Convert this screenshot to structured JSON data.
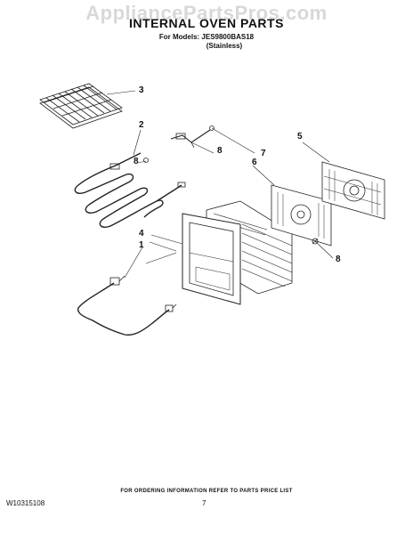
{
  "watermark": "AppliancePartsPros.com",
  "title": "INTERNAL OVEN PARTS",
  "models_line": "For Models: JES9800BAS18",
  "variant": "(Stainless)",
  "callouts": {
    "c1": "1",
    "c2": "2",
    "c3": "3",
    "c4": "4",
    "c5": "5",
    "c6": "6",
    "c7": "7",
    "c8a": "8",
    "c8b": "8",
    "c8c": "8"
  },
  "footer": {
    "ordering_note": "FOR ORDERING INFORMATION REFER TO PARTS PRICE LIST",
    "doc_number": "W10315108",
    "page_number": "7"
  },
  "parts": [
    {
      "callout": "1",
      "icon": "bake-element-icon"
    },
    {
      "callout": "2",
      "icon": "broil-element-icon"
    },
    {
      "callout": "3",
      "icon": "oven-rack-icon"
    },
    {
      "callout": "4",
      "icon": "oven-cavity-icon"
    },
    {
      "callout": "5",
      "icon": "convection-fan-cover-icon"
    },
    {
      "callout": "6",
      "icon": "fan-baffle-icon"
    },
    {
      "callout": "7",
      "icon": "temperature-sensor-icon"
    },
    {
      "callout": "8",
      "icon": "screw-icon"
    }
  ]
}
